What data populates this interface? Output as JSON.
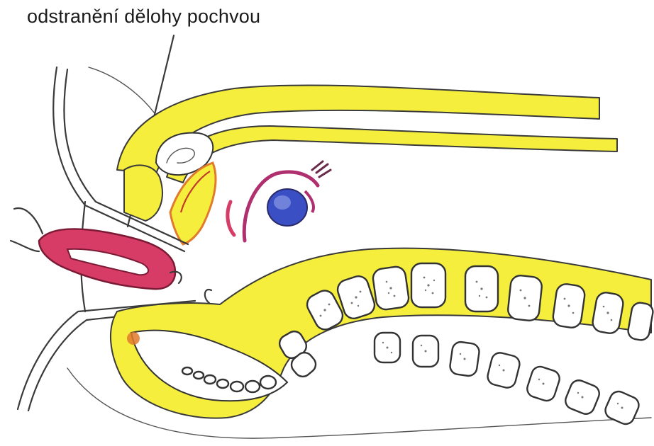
{
  "caption": "odstranění dělohy pochvou",
  "colors": {
    "fat": "#f5ee3c",
    "uterus": "#d63c66",
    "ovary": "#3b4fc4",
    "tube": "#b0306f",
    "outline": "#3a3a3a",
    "background": "#ffffff"
  },
  "icons": [
    "uterus-shape",
    "ovary-shape",
    "spine-vertebrae",
    "surgical-retractor"
  ]
}
